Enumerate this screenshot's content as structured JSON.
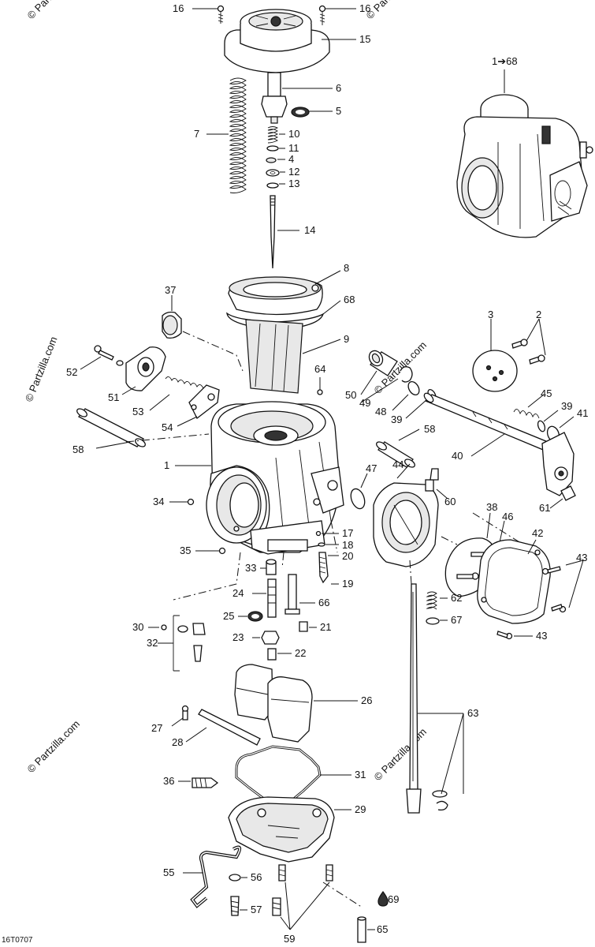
{
  "diagram": {
    "code": "16T0707",
    "inset_label": "1➔68",
    "drop_label": "69",
    "watermarks": [
      "© Partzilla.com",
      "© Partzilla.com",
      "© Partzilla.com",
      "© Partzilla.com",
      "© Partzilla.com",
      "© Partzilla.com"
    ],
    "callouts": [
      "16",
      "16",
      "15",
      "6",
      "5",
      "7",
      "10",
      "11",
      "4",
      "12",
      "13",
      "14",
      "8",
      "68",
      "37",
      "9",
      "52",
      "51",
      "53",
      "54",
      "64",
      "58",
      "1",
      "34",
      "35",
      "50",
      "49",
      "48",
      "39",
      "3",
      "2",
      "45",
      "39",
      "41",
      "40",
      "58",
      "47",
      "44",
      "60",
      "61",
      "17",
      "18",
      "20",
      "19",
      "33",
      "24",
      "66",
      "25",
      "21",
      "30",
      "32",
      "23",
      "22",
      "38",
      "46",
      "42",
      "43",
      "62",
      "67",
      "43",
      "63",
      "26",
      "27",
      "28",
      "36",
      "31",
      "29",
      "55",
      "56",
      "57",
      "59",
      "65"
    ]
  }
}
